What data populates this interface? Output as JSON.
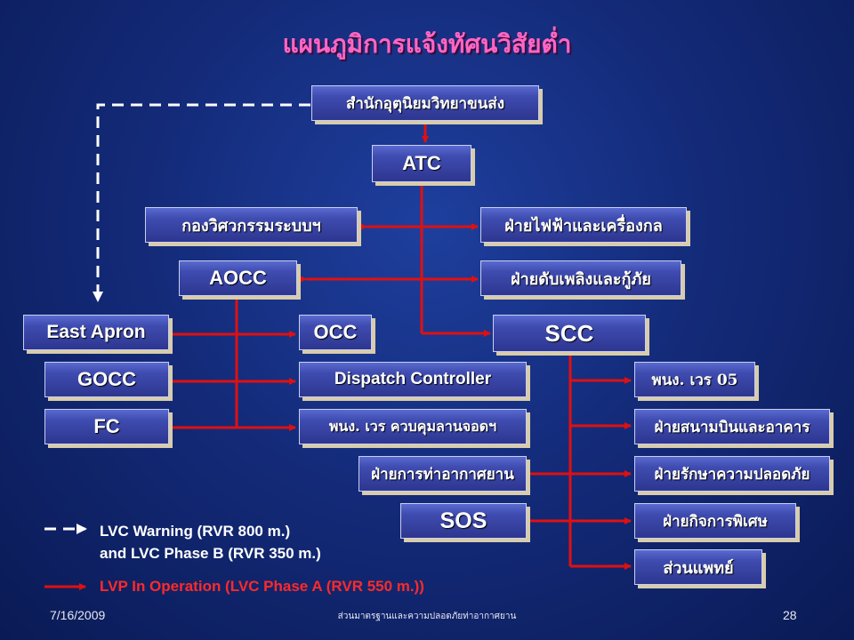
{
  "title": "แผนภูมิการแจ้งทัศนวิสัยต่ำ",
  "nodes": {
    "cao": "สำนักอุตุนิยมวิทยาขนส่ง",
    "atc": "ATC",
    "eng": "กองวิศวกรรมระบบฯ",
    "elec": "ฝ่ายไฟฟ้าและเครื่องกล",
    "aocc": "AOCC",
    "fire": "ฝ่ายดับเพลิงและกู้ภัย",
    "east_apron": "East Apron",
    "occ": "OCC",
    "scc": "SCC",
    "gocc": "GOCC",
    "dispatch": "Dispatch Controller",
    "pnt05": "พนง. เวร 05",
    "fc": "FC",
    "pnt_apron": "พนง. เวร ควบคุมลานจอดฯ",
    "airside": "ฝ่ายสนามบินและอาคาร",
    "ops": "ฝ่ายการท่าอากาศยาน",
    "security": "ฝ่ายรักษาความปลอดภัย",
    "sos": "SOS",
    "special": "ฝ่ายกิจการพิเศษ",
    "medical": "ส่วนแพทย์"
  },
  "legend": {
    "dashed_line1": "LVC Warning (RVR 800 m.)",
    "dashed_line2": "and LVC Phase B (RVR 350 m.)",
    "solid": "LVP In Operation (LVC Phase A (RVR 550 m.))"
  },
  "footer": {
    "date": "7/16/2009",
    "center": "ส่วนมาตรฐานและความปลอดภัยท่าอากาศยาน",
    "page": "28"
  },
  "colors": {
    "title": "#ff66c4",
    "line_red": "#e01010",
    "line_dashed": "#ffffff",
    "box_fill": "#3f4cb0",
    "background": "#142b7a"
  }
}
